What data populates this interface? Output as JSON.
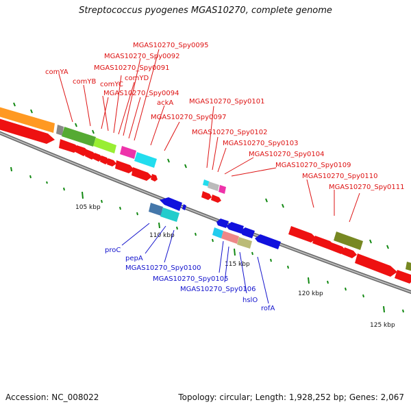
{
  "title": "Streptococcus pyogenes MGAS10270, complete genome",
  "footer": {
    "accession": "Accession: NC_008022",
    "topology": "Topology: circular; Length: 1,928,252 bp; Genes: 2,067"
  },
  "colors": {
    "forward": "#dd1111",
    "reverse": "#1111cc",
    "backbone": "#888888",
    "tick": "#118811"
  },
  "ticks": [
    "105 kbp",
    "110 kbp",
    "115 kbp",
    "120 kbp",
    "125 kbp"
  ],
  "labels_top": [
    "comYA",
    "comYB",
    "MGAS10270_Spy0095",
    "MGAS10270_Spy0092",
    "MGAS10270_Spy0091",
    "comYC",
    "comYD",
    "MGAS10270_Spy0094",
    "ackA",
    "MGAS10270_Spy0097",
    "MGAS10270_Spy0101",
    "MGAS10270_Spy0102",
    "MGAS10270_Spy0103",
    "MGAS10270_Spy0104",
    "MGAS10270_Spy0109",
    "MGAS10270_Spy0110",
    "MGAS10270_Spy0111"
  ],
  "labels_bottom": [
    "proC",
    "pepA",
    "MGAS10270_Spy0100",
    "MGAS10270_Spy0105",
    "MGAS10270_Spy0106",
    "hslO",
    "rofA"
  ]
}
